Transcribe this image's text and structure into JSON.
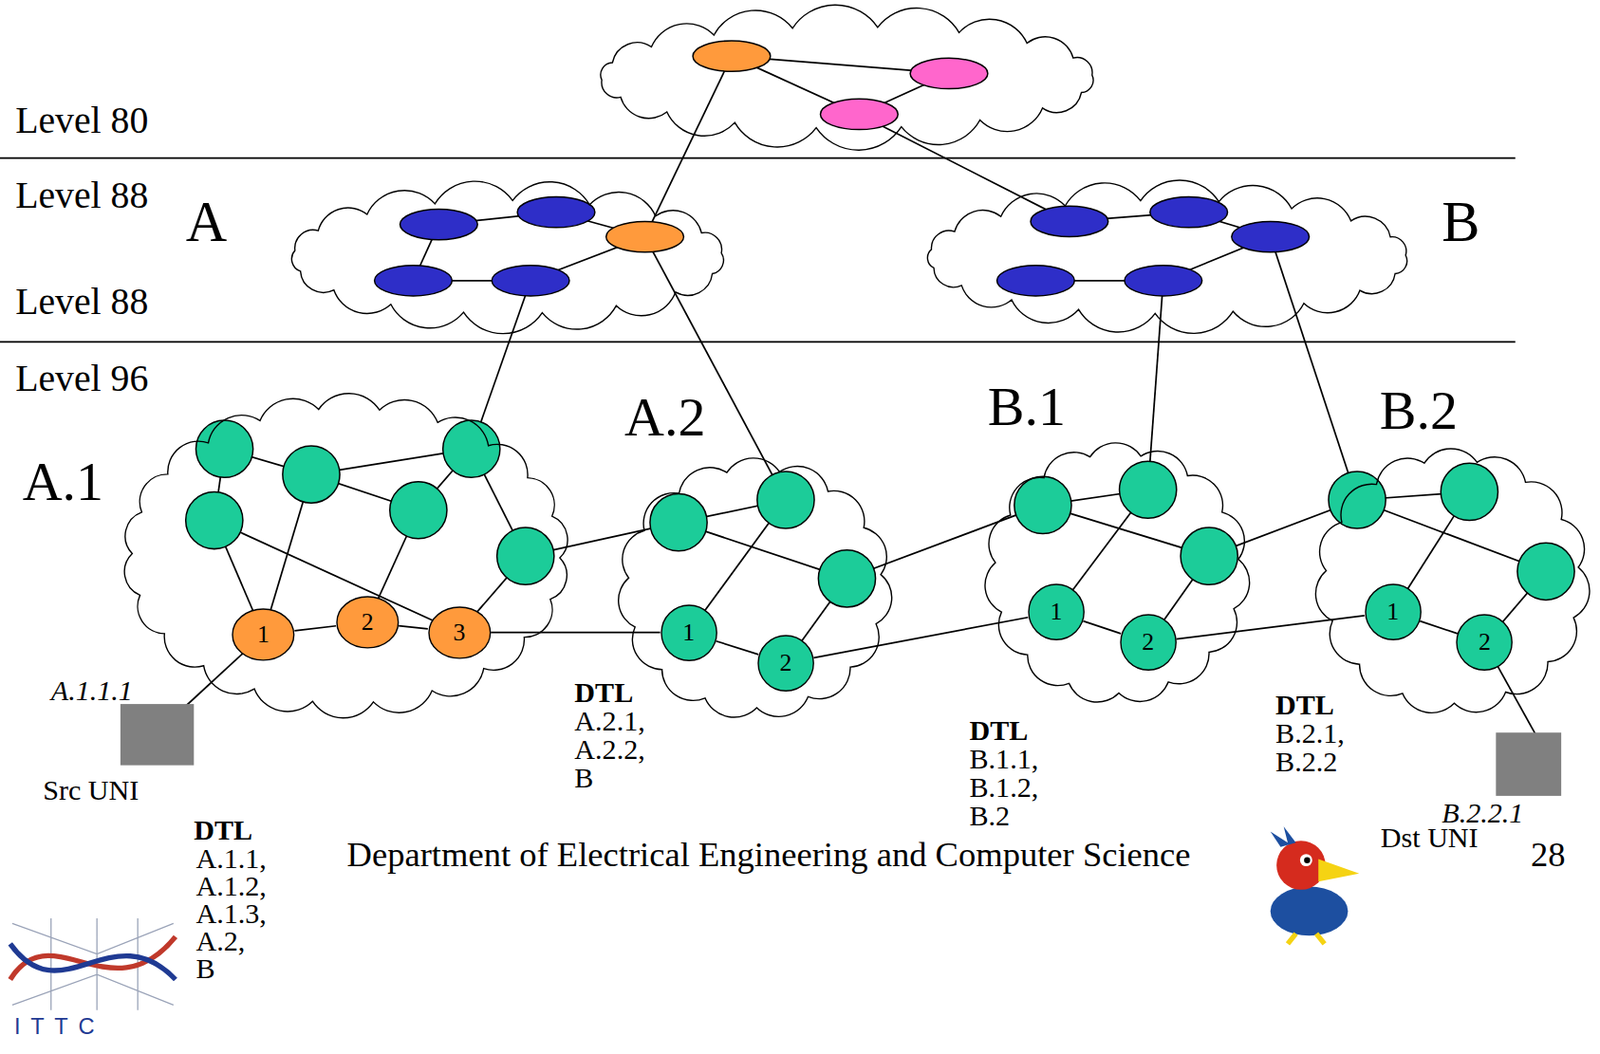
{
  "diagram": {
    "nodes": [
      {
        "text": [
          "A"
        ]
      },
      {
        "text": [
          "B"
        ]
      },
      {
        "text": [
          "A.1"
        ]
      },
      {
        "text": [
          "1"
        ],
        "in": 2
      },
      {
        "text": [
          "2"
        ],
        "in": 2
      },
      {
        "text": [
          "3"
        ],
        "in": 2
      },
      {
        "text": [
          "A.2"
        ]
      },
      {
        "text": [
          "1"
        ],
        "in": 6
      },
      {
        "text": [
          "2"
        ],
        "in": 6
      },
      {
        "text": [
          "B.1"
        ]
      },
      {
        "text": [
          "1"
        ],
        "in": 9
      },
      {
        "text": [
          "2"
        ],
        "in": 9
      },
      {
        "text": [
          "B.2"
        ]
      },
      {
        "text": [
          "1"
        ],
        "in": 12
      },
      {
        "text": [
          "2"
        ],
        "in": 12
      }
    ],
    "edges": [
      {
        "from": 3,
        "to": 4,
        "arrow": "none"
      },
      {
        "from": 4,
        "to": 5,
        "arrow": "none"
      },
      {
        "from": 5,
        "to": 7,
        "arrow": "none"
      },
      {
        "from": 7,
        "to": 8,
        "arrow": "none"
      },
      {
        "from": 8,
        "to": 10,
        "arrow": "none"
      },
      {
        "from": 10,
        "to": 11,
        "arrow": "none"
      },
      {
        "from": 11,
        "to": 13,
        "arrow": "none"
      },
      {
        "from": 13,
        "to": 14,
        "arrow": "none"
      }
    ],
    "labels": [
      "Level 80",
      "Level 88",
      "Level 88",
      "Level 96",
      "A.1.1.1",
      "Src UNI",
      "DTL",
      "A.1.1,",
      "A.1.2,",
      "A.1.3,",
      "A.2,",
      "B",
      "DTL",
      "A.2.1,",
      "A.2.2,",
      "B",
      "DTL",
      "B.1.1,",
      "B.1.2,",
      "B.2",
      "DTL",
      "B.2.1,",
      "B.2.2",
      "B.2.2.1",
      "Dst UNI",
      "Department of Electrical Engineering and Computer Science",
      "28",
      "ITTC"
    ]
  }
}
